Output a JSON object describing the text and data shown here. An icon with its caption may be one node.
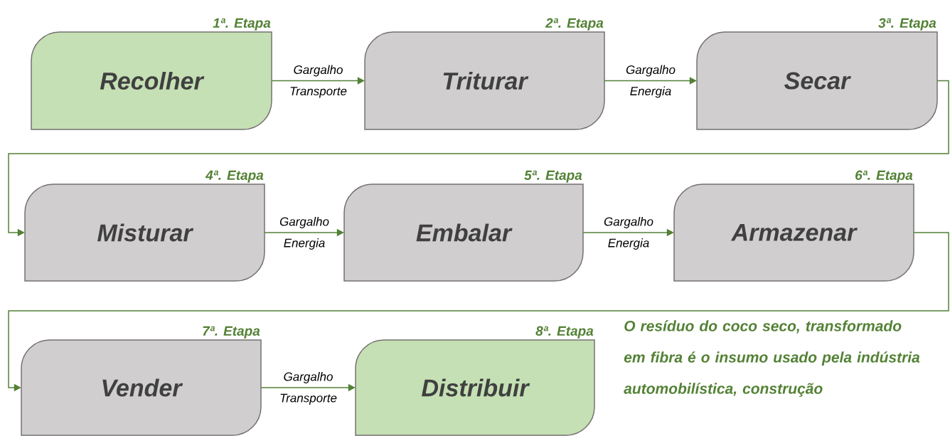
{
  "diagram": {
    "nodes": [
      {
        "text": [
          "Recolher"
        ],
        "beside": [
          "1ª. Etapa"
        ]
      },
      {
        "text": [
          "Triturar"
        ],
        "beside": [
          "2ª. Etapa"
        ]
      },
      {
        "text": [
          "Secar"
        ],
        "beside": [
          "3ª. Etapa"
        ]
      },
      {
        "text": [
          "Misturar"
        ],
        "beside": [
          "4ª. Etapa"
        ]
      },
      {
        "text": [
          "Embalar"
        ],
        "beside": [
          "5ª. Etapa"
        ]
      },
      {
        "text": [
          "Armazenar"
        ],
        "beside": [
          "6ª. Etapa"
        ]
      },
      {
        "text": [
          "Vender"
        ],
        "beside": [
          "7ª. Etapa"
        ]
      },
      {
        "text": [
          "Distribuir"
        ],
        "beside": [
          "8ª. Etapa"
        ]
      }
    ],
    "edges": [
      {
        "from": 0,
        "to": 1,
        "arrow": "to",
        "label": "Gargalho Transporte"
      },
      {
        "from": 1,
        "to": 2,
        "arrow": "to",
        "label": "Gargalho Energia"
      },
      {
        "from": 2,
        "to": 3,
        "arrow": "to"
      },
      {
        "from": 3,
        "to": 4,
        "arrow": "to",
        "label": "Gargalho Energia"
      },
      {
        "from": 4,
        "to": 5,
        "arrow": "to",
        "label": "Gargalho Energia"
      },
      {
        "from": 5,
        "to": 6,
        "arrow": "to"
      },
      {
        "from": 6,
        "to": 7,
        "arrow": "to",
        "label": "Gargalho Transporte"
      }
    ],
    "labels": [
      "O resíduo do coco seco, transformado em fibra é o insumo usado pela indústria automobilística, construção"
    ]
  }
}
